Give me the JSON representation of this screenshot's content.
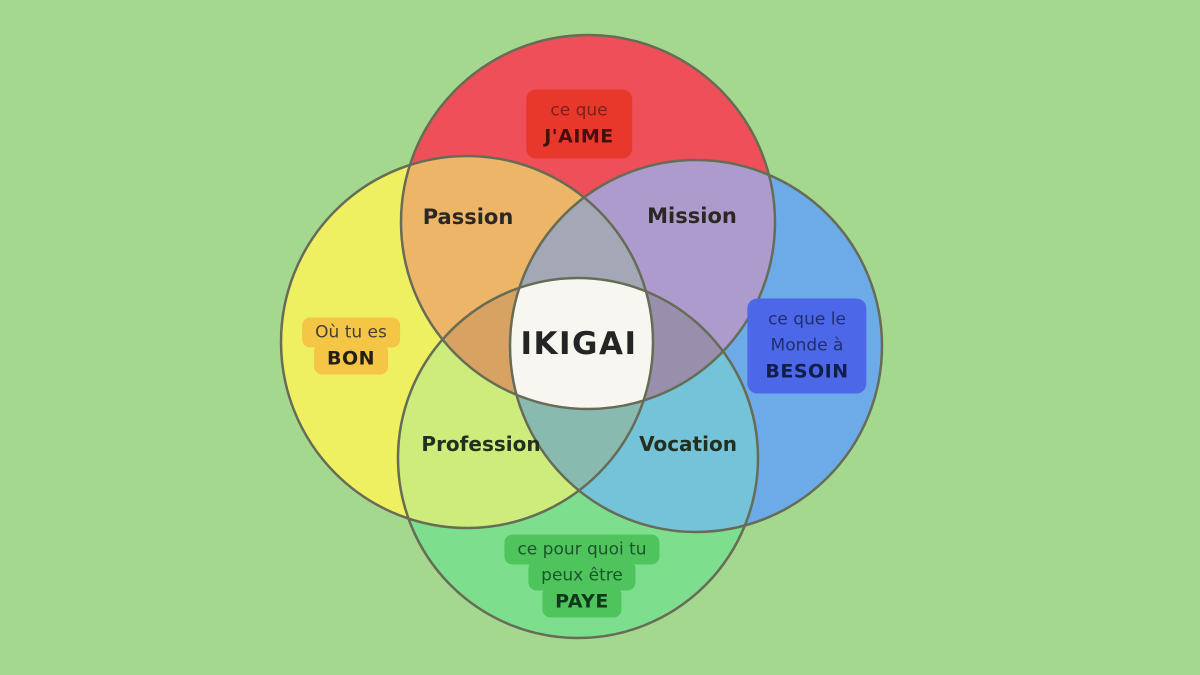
{
  "canvas": {
    "background": "#a5d88f"
  },
  "venn": {
    "outline": {
      "color": "#666c55"
    },
    "center": {
      "label": "IKIGAI",
      "fill": "#f7f6f1"
    },
    "circles": {
      "love": {
        "fill": "#ef4f58",
        "box_fill": "#e8382b",
        "callout": {
          "lines": [
            "ce que"
          ],
          "bold_line": "J'AIME"
        }
      },
      "good": {
        "fill": "#eff061",
        "box_fill": "#f5c545",
        "callout": {
          "lines": [
            "Où tu es"
          ],
          "bold_line": "BON"
        }
      },
      "need": {
        "fill": "#6dabe8",
        "box_fill": "#4c67e7",
        "callout": {
          "lines": [
            "ce que le",
            "Monde à"
          ],
          "bold_line": "BESOIN"
        }
      },
      "paid": {
        "fill": "#7ddf8e",
        "box_fill": "#4fc45c",
        "callout": {
          "lines": [
            "ce pour quoi tu",
            "peux être"
          ],
          "bold_line": "PAYE"
        }
      }
    },
    "regions": {
      "passion": {
        "label": "Passion",
        "fill": "#edb567"
      },
      "mission": {
        "label": "Mission",
        "fill": "#ae9bce"
      },
      "profession": {
        "label": "Profession",
        "fill": "#cdec7c"
      },
      "vocation": {
        "label": "Vocation",
        "fill": "#74c3d8"
      },
      "love_good_need": {
        "fill": "#a4a7b5"
      },
      "love_good_paid": {
        "fill": "#d8a262"
      },
      "love_need_paid": {
        "fill": "#988fad"
      },
      "good_need_paid": {
        "fill": "#89bab0"
      }
    }
  }
}
